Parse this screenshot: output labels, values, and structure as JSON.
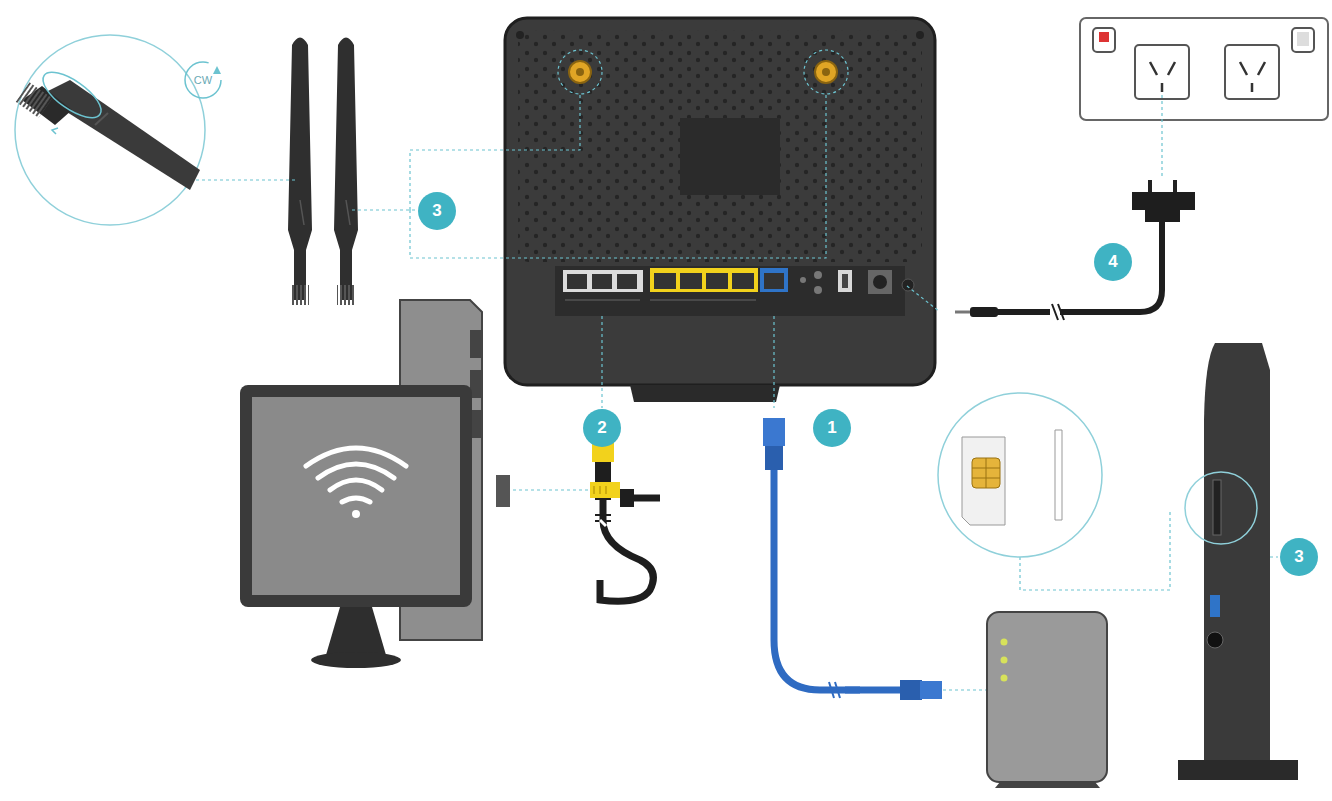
{
  "diagram": {
    "nodes": [
      {
        "text": [
          "3"
        ]
      },
      {
        "text": [
          "4"
        ]
      },
      {
        "text": [
          "2"
        ]
      },
      {
        "text": [
          "1"
        ]
      },
      {
        "text": [
          "3"
        ]
      }
    ],
    "labels": [
      "CW"
    ]
  }
}
